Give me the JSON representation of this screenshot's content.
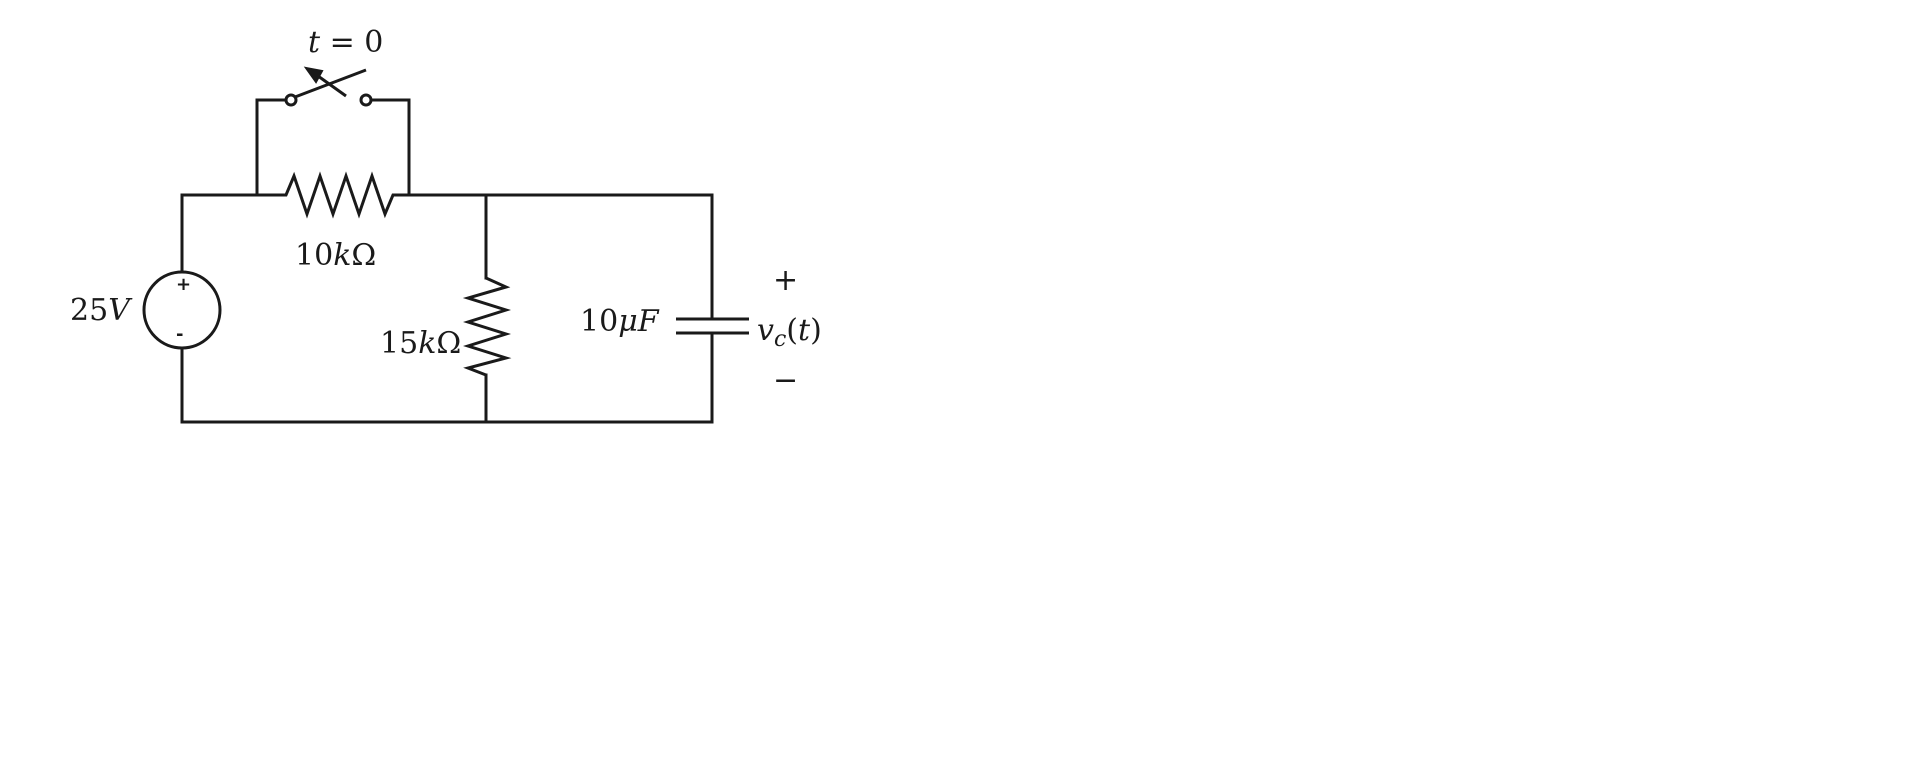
{
  "switch": {
    "label": {
      "var": "t",
      "rest": " = 0"
    }
  },
  "source": {
    "label": {
      "num": "25",
      "unit": "V"
    },
    "plus": "+",
    "minus": "-"
  },
  "r1": {
    "label": {
      "num": "10",
      "prefix": "k",
      "unit": "Ω"
    }
  },
  "r2": {
    "label": {
      "num": "15",
      "prefix": "k",
      "unit": "Ω"
    }
  },
  "cap": {
    "label": {
      "num": "10",
      "prefix": "μ",
      "unit": "F"
    }
  },
  "vc": {
    "var": "v",
    "sub": "c",
    "open": "(",
    "arg": "t",
    "close": ")",
    "plus": "+",
    "minus": "−"
  }
}
